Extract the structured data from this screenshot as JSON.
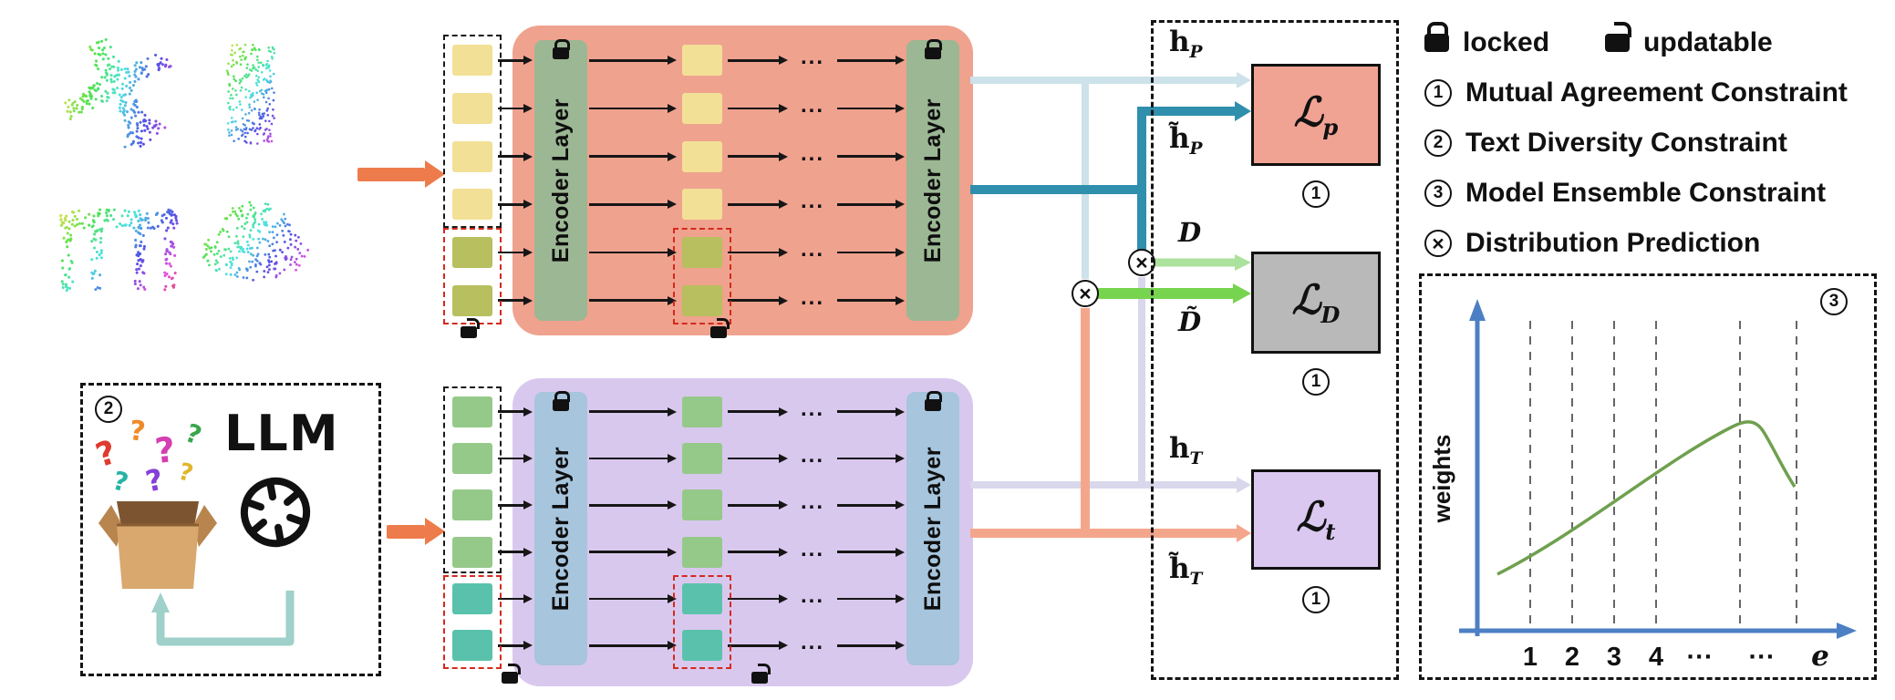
{
  "legend": {
    "locked": "locked",
    "updatable": "updatable",
    "items": [
      {
        "mark": "1",
        "label": "Mutual Agreement Constraint"
      },
      {
        "mark": "2",
        "label": "Text Diversity Constraint"
      },
      {
        "mark": "3",
        "label": "Model Ensemble Constraint"
      },
      {
        "mark": "×",
        "label": "Distribution Prediction"
      }
    ]
  },
  "point_branch": {
    "encoder_layer_1": "Encoder Layer",
    "encoder_layer_2": "Encoder Layer",
    "dots": "..."
  },
  "text_branch": {
    "encoder_layer_1": "Encoder Layer",
    "encoder_layer_2": "Encoder Layer",
    "dots": "..."
  },
  "llm": {
    "badge": "2",
    "title": "LLM",
    "question_marks": [
      "?",
      "?",
      "?",
      "?",
      "?",
      "?",
      "?"
    ]
  },
  "outputs": {
    "hP": {
      "base": "h",
      "sub": "P"
    },
    "hP_tilde": {
      "base": "h̃",
      "sub": "P"
    },
    "hT": {
      "base": "h",
      "sub": "T"
    },
    "hT_tilde": {
      "base": "h̃",
      "sub": "T"
    },
    "D": "D",
    "D_tilde": "D̃",
    "Lp": {
      "base": "ℒ",
      "sub": "p"
    },
    "LD": {
      "base": "ℒ",
      "sub": "D"
    },
    "Lt": {
      "base": "ℒ",
      "sub": "t"
    },
    "constraint_mark": "1",
    "otimes": "×"
  },
  "plot": {
    "badge": "3",
    "ylabel": "weights",
    "xticks": [
      "1",
      "2",
      "3",
      "4",
      "···",
      "···",
      "e"
    ]
  }
}
